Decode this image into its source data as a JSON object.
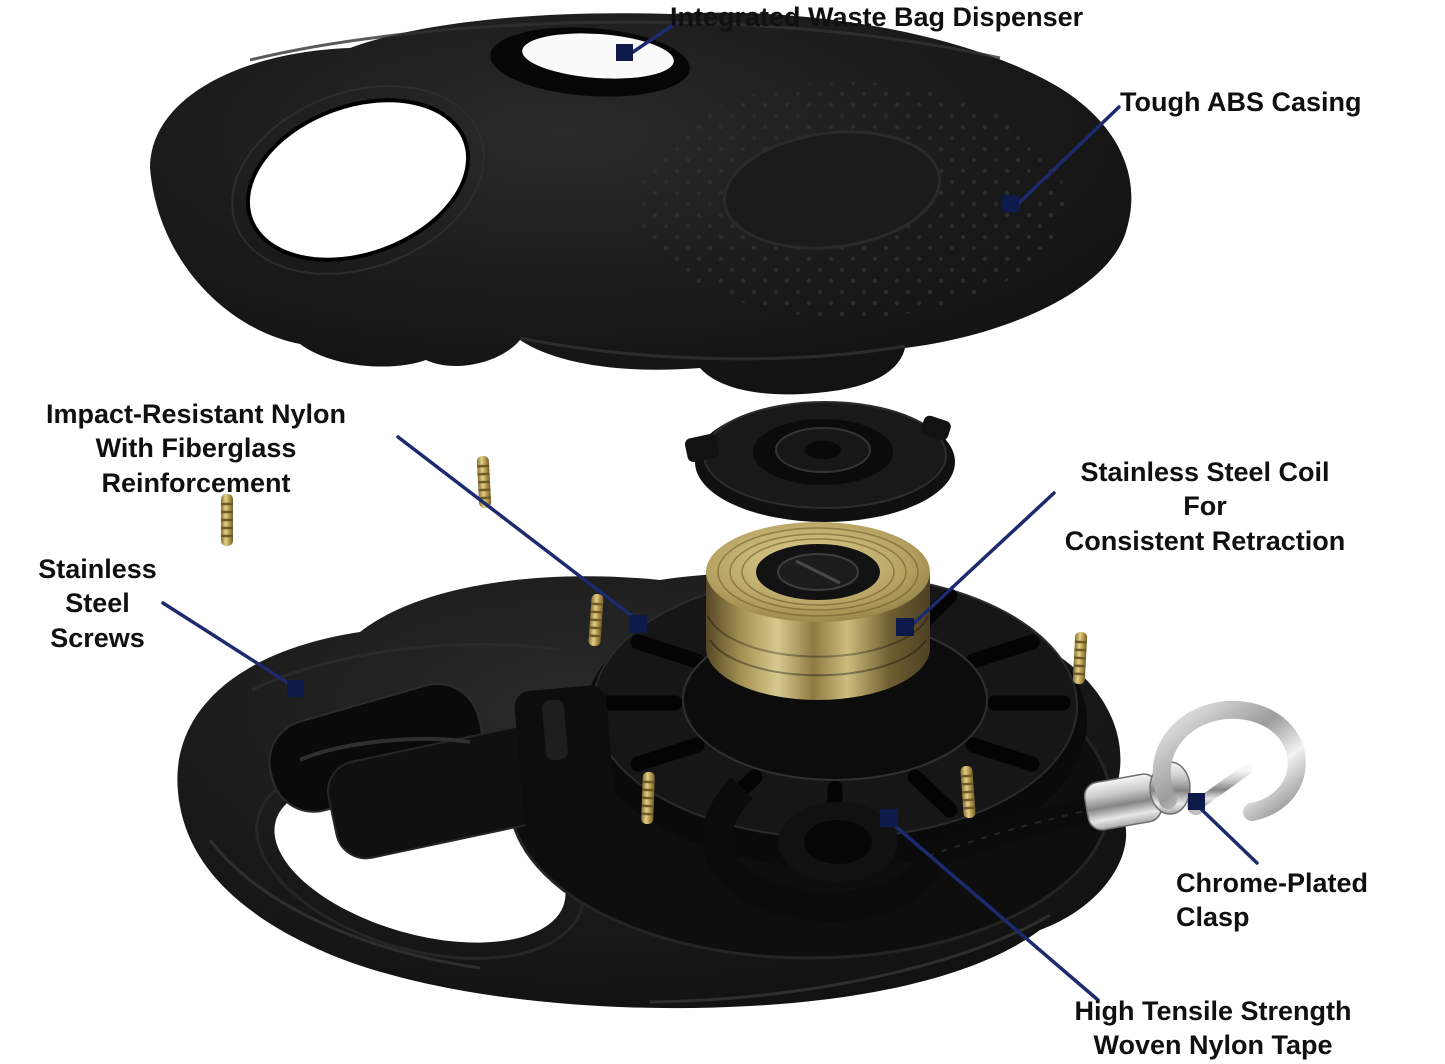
{
  "background": "#ffffff",
  "style": {
    "leader_color": "#1c2b6d",
    "marker_color": "#0e1a4a",
    "label_color": "#101010",
    "casing_color": "#171717",
    "coil_gold_color": "#c4b176",
    "chrome_color": "#c9c9c9",
    "screw_gold_color": "#c2a055"
  },
  "callouts": [
    {
      "name": "waste-bag-dispenser",
      "label": "Integrated Waste Bag Dispenser"
    },
    {
      "name": "abs-casing",
      "label": "Tough ABS Casing"
    },
    {
      "name": "impact-resistant-nylon",
      "label": "Impact-Resistant Nylon\nWith Fiberglass Reinforcement"
    },
    {
      "name": "stainless-steel-coil",
      "label": "Stainless Steel Coil For\nConsistent Retraction"
    },
    {
      "name": "stainless-steel-screws",
      "label": "Stainless Steel\nScrews"
    },
    {
      "name": "chrome-plated-clasp",
      "label": "Chrome-Plated Clasp"
    },
    {
      "name": "nylon-tape",
      "label": "High Tensile Strength\nWoven Nylon Tape"
    }
  ]
}
